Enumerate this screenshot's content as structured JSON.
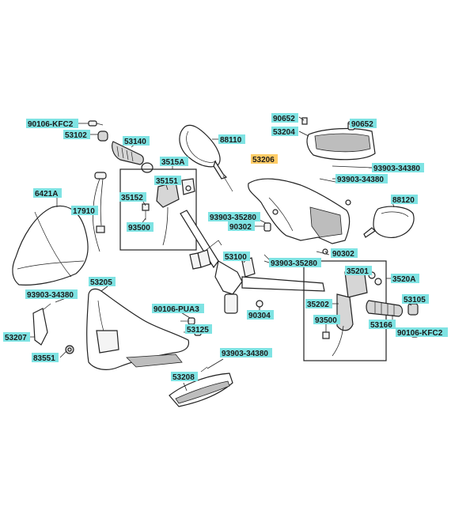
{
  "labels": {
    "l_90106_kfc2_top": "90106-KFC2",
    "l_53102": "53102",
    "l_53140": "53140",
    "l_88110": "88110",
    "l_3515a": "3515A",
    "l_35151": "35151",
    "l_35152": "35152",
    "l_93500_left": "93500",
    "l_17910": "17910",
    "l_6421a": "6421A",
    "l_90652_a": "90652",
    "l_53204": "53204",
    "l_90652_b": "90652",
    "l_53206": "53206",
    "l_93903_34380_a": "93903-34380",
    "l_93903_34380_b": "93903-34380",
    "l_88120": "88120",
    "l_93903_35280_a": "93903-35280",
    "l_90302_a": "90302",
    "l_90302_b": "90302",
    "l_53100": "53100",
    "l_93903_35280_b": "93903-35280",
    "l_35201": "35201",
    "l_3520a": "3520A",
    "l_53205": "53205",
    "l_93903_34380_c": "93903-34380",
    "l_90106_pua3": "90106-PUA3",
    "l_53125": "53125",
    "l_90304": "90304",
    "l_35202": "35202",
    "l_53105": "53105",
    "l_53207": "53207",
    "l_93500_right": "93500",
    "l_53166": "53166",
    "l_90106_kfc2_bottom": "90106-KFC2",
    "l_83551": "83551",
    "l_93903_34380_d": "93903-34380",
    "l_53208": "53208"
  }
}
